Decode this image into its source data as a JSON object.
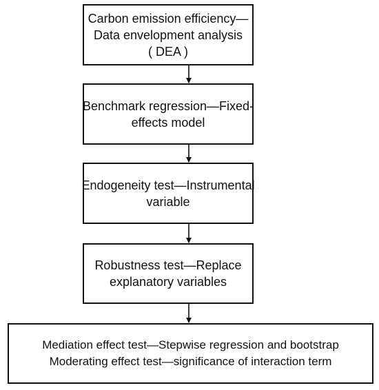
{
  "steps": [
    {
      "lines": [
        "Carbon emission efficiency—",
        "Data envelopment analysis",
        "( DEA )"
      ]
    },
    {
      "lines": [
        "Benchmark regression—Fixed-",
        "effects model"
      ]
    },
    {
      "lines": [
        "Endogeneity test—Instrumental",
        "variable"
      ]
    },
    {
      "lines": [
        "Robustness test—Replace",
        "explanatory variables"
      ]
    },
    {
      "lines": [
        "Mediation effect test—Stepwise regression and bootstrap",
        "Moderating effect test—significance of interaction term"
      ]
    }
  ],
  "colors": {
    "stroke": "#111111",
    "background": "#ffffff"
  }
}
